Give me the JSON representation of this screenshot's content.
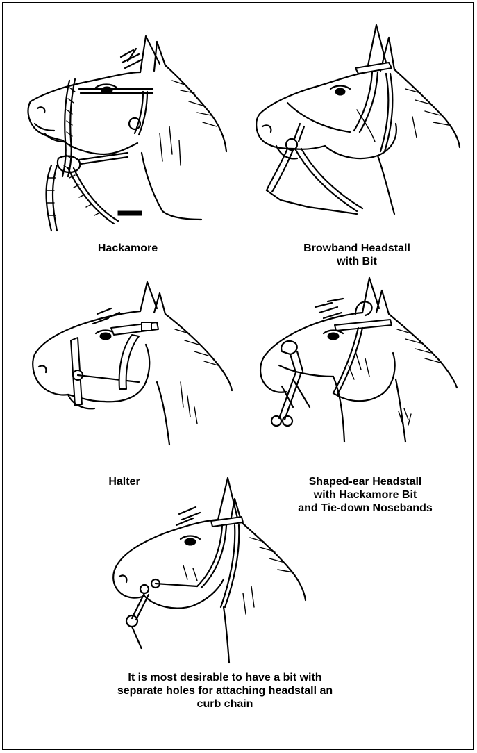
{
  "figures": [
    {
      "name": "hackamore",
      "caption_lines": [
        "Hackamore"
      ]
    },
    {
      "name": "browband-headstall",
      "caption_lines": [
        "Browband Headstall",
        "with Bit"
      ]
    },
    {
      "name": "halter",
      "caption_lines": [
        "Halter"
      ]
    },
    {
      "name": "shaped-ear-headstall",
      "caption_lines": [
        "Shaped-ear Headstall",
        "with Hackamore Bit",
        "and Tie-down Nosebands"
      ]
    },
    {
      "name": "curb-bit-headstall",
      "caption_lines": [
        "It is most desirable to have a bit with",
        "separate holes for attaching headstall an",
        "curb chain"
      ]
    }
  ],
  "colors": {
    "ink": "#000000",
    "paper": "#ffffff"
  }
}
